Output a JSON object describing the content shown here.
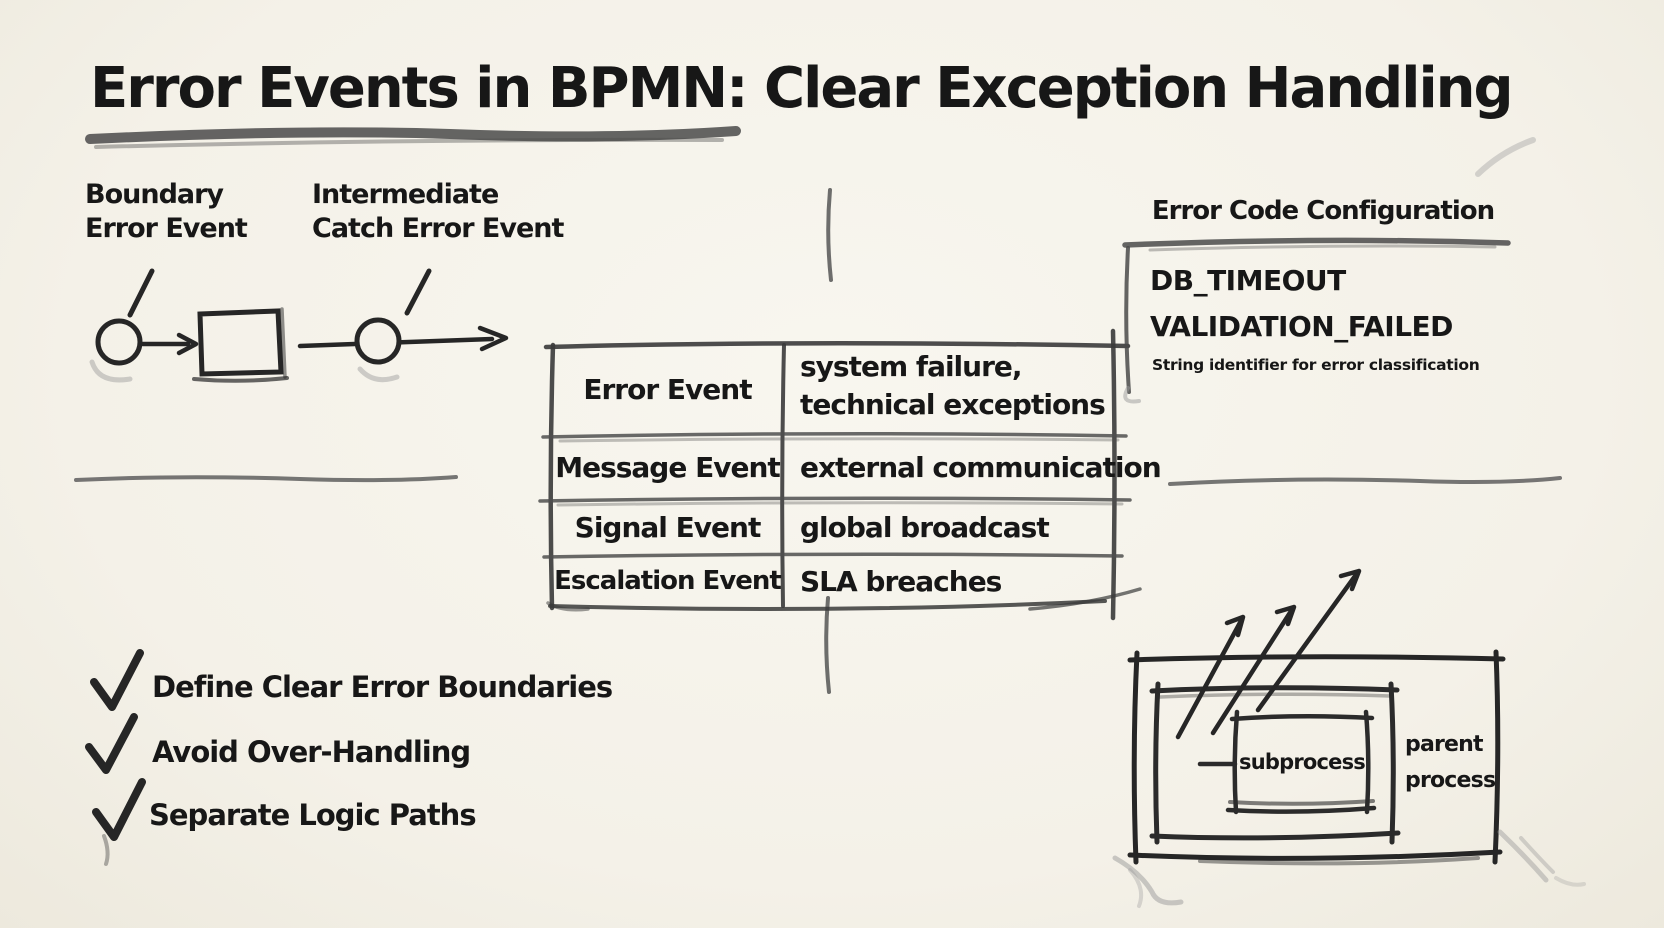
{
  "title": "Error Events in BPMN: Clear Exception Handling",
  "bpmn_symbols": {
    "boundary": {
      "label_line1": "Boundary",
      "label_line2": "Error Event"
    },
    "intermediate": {
      "label_line1": "Intermediate",
      "label_line2": "Catch Error Event"
    }
  },
  "event_table": {
    "rows": [
      {
        "event": "Error Event",
        "desc_line1": "system failure,",
        "desc_line2": "technical exceptions"
      },
      {
        "event": "Message Event",
        "desc_line1": "external communication",
        "desc_line2": ""
      },
      {
        "event": "Signal Event",
        "desc_line1": "global broadcast",
        "desc_line2": ""
      },
      {
        "event": "Escalation Event",
        "desc_line1": "SLA breaches",
        "desc_line2": ""
      }
    ]
  },
  "error_code_panel": {
    "title": "Error Code Configuration",
    "codes": [
      "DB_TIMEOUT",
      "VALIDATION_FAILED"
    ],
    "note": "String identifier for error classification"
  },
  "checklist": {
    "items": [
      "Define Clear Error Boundaries",
      "Avoid Over-Handling",
      "Separate Logic Paths"
    ]
  },
  "process_diagram": {
    "subprocess_label": "subprocess",
    "parent_label_line1": "parent",
    "parent_label_line2": "process"
  },
  "colors": {
    "background": "#f4f1e8",
    "ink": "#262626",
    "pencil": "#555555"
  }
}
